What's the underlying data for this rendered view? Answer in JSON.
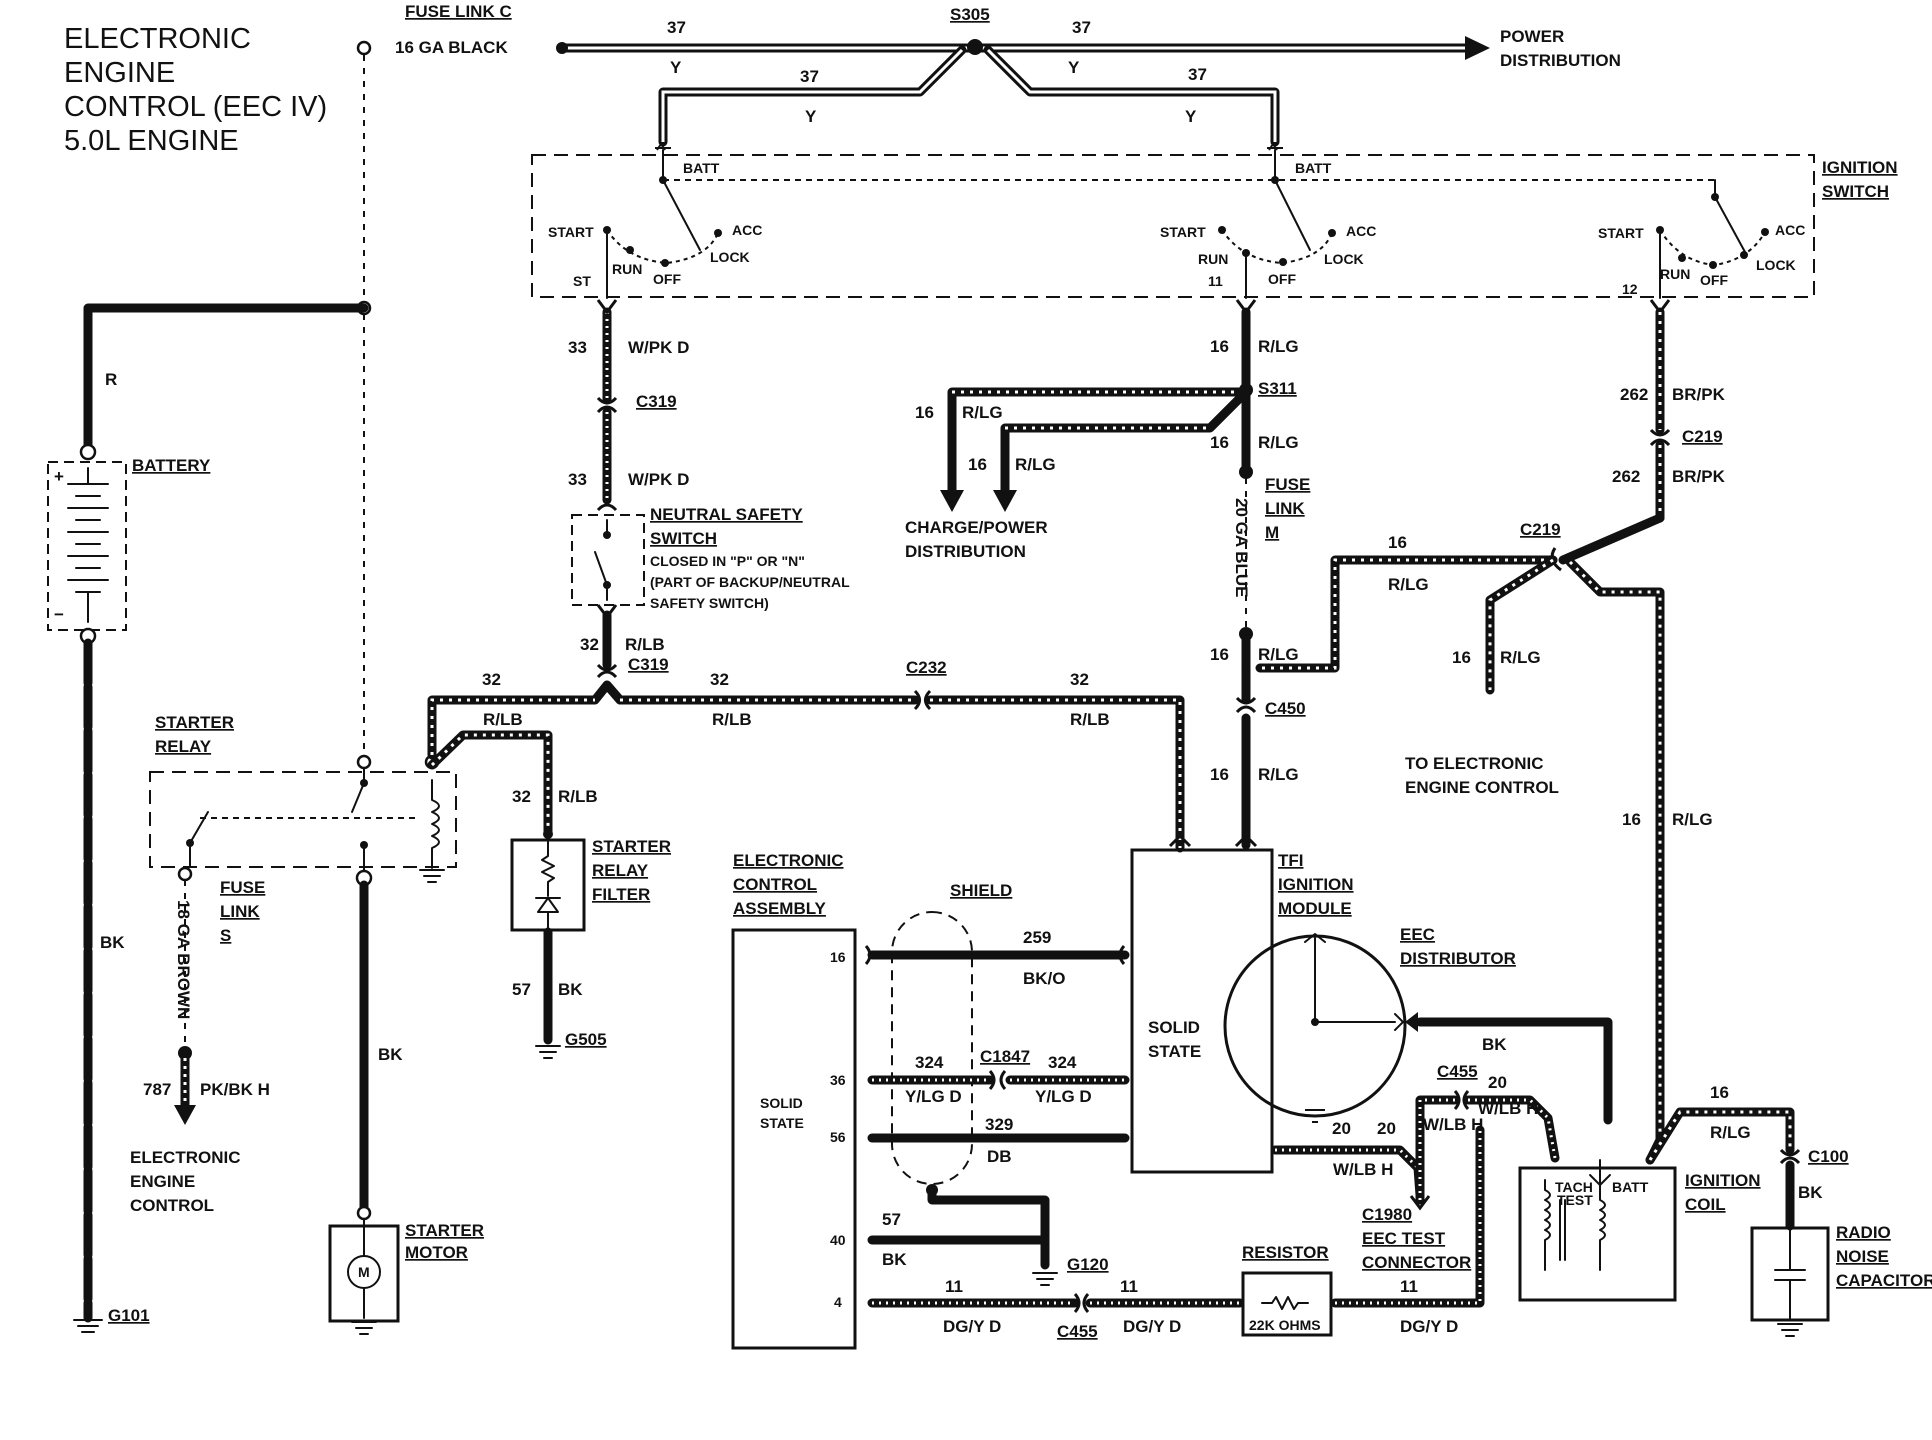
{
  "title": {
    "line1": "ELECTRONIC",
    "line2": "ENGINE",
    "line3": "CONTROL (EEC IV)",
    "line4": "5.0L ENGINE"
  },
  "top": {
    "fuse_link_c": "FUSE LINK C",
    "fuse_link_c_wire": "16 GA BLACK",
    "s305": "S305",
    "c37a": "37",
    "c37b": "37",
    "c37c": "37",
    "c37d": "37",
    "ya": "Y",
    "yb": "Y",
    "yc": "Y",
    "yd": "Y",
    "power_dist_1": "POWER",
    "power_dist_2": "DISTRIBUTION"
  },
  "ign_switch": {
    "title1": "IGNITION",
    "title2": "SWITCH",
    "batt": "BATT",
    "start": "START",
    "acc": "ACC",
    "lock": "LOCK",
    "run": "RUN",
    "off": "OFF",
    "st": "ST",
    "t11": "11",
    "t12": "12"
  },
  "left": {
    "r": "R",
    "battery": "BATTERY",
    "bk": "BK",
    "g101": "G101",
    "starter_relay_1": "STARTER",
    "starter_relay_2": "RELAY",
    "fuse_link_s_1": "FUSE",
    "fuse_link_s_2": "LINK",
    "fuse_link_s_3": "S",
    "ga_brown": "18 GA BROWN",
    "c787": "787",
    "pkbk": "PK/BK H",
    "eec_1": "ELECTRONIC",
    "eec_2": "ENGINE",
    "eec_3": "CONTROL",
    "bk2": "BK",
    "starter_motor_1": "STARTER",
    "starter_motor_2": "MOTOR",
    "motor_m": "M"
  },
  "neutral": {
    "c33a": "33",
    "wpk_a": "W/PK D",
    "c319a": "C319",
    "c33b": "33",
    "wpk_b": "W/PK D",
    "title1": "NEUTRAL SAFETY",
    "title2": "SWITCH",
    "note1": "CLOSED IN \"P\" OR \"N\"",
    "note2": "(PART OF BACKUP/NEUTRAL",
    "note3": "SAFETY SWITCH)",
    "c32": "32",
    "rlb": "R/LB",
    "c319b": "C319"
  },
  "mid": {
    "c32a": "32",
    "rlb_a": "R/LB",
    "c32b": "32",
    "rlb_b": "R/LB",
    "c232": "C232",
    "c32c": "32",
    "rlb_c": "R/LB",
    "c32d": "32",
    "rlb_d": "R/LB",
    "srf_1": "STARTER",
    "srf_2": "RELAY",
    "srf_3": "FILTER",
    "c57": "57",
    "bk57": "BK",
    "g505": "G505"
  },
  "center": {
    "c16a": "16",
    "rlg_a": "R/LG",
    "s311": "S311",
    "c16b": "16",
    "rlg_b": "R/LG",
    "c16c": "16",
    "rlg_c": "R/LG",
    "c16d": "16",
    "rlg_d": "R/LG",
    "charge_1": "CHARGE/POWER",
    "charge_2": "DISTRIBUTION",
    "fuse_m_1": "FUSE",
    "fuse_m_2": "LINK",
    "fuse_m_3": "M",
    "ga_blue": "20 GA BLUE",
    "c16e": "16",
    "rlg_e": "R/LG",
    "c450": "C450",
    "c16f": "16",
    "rlg_f": "R/LG"
  },
  "right": {
    "c262a": "262",
    "brpk_a": "BR/PK",
    "c219a": "C219",
    "c262b": "262",
    "brpk_b": "BR/PK",
    "c219b": "C219",
    "c16a": "16",
    "rlg_a": "R/LG",
    "c16b": "16",
    "rlg_b": "R/LG",
    "to_eec_1": "TO ELECTRONIC",
    "to_eec_2": "ENGINE CONTROL",
    "c16c": "16",
    "rlg_c": "R/LG"
  },
  "eca": {
    "title1": "ELECTRONIC",
    "title2": "CONTROL",
    "title3": "ASSEMBLY",
    "solid1": "SOLID",
    "solid2": "STATE",
    "p16": "16",
    "p36": "36",
    "p56": "56",
    "p40": "40",
    "p4": "4",
    "shield": "SHIELD",
    "c259": "259",
    "bko": "BK/O",
    "c324a": "324",
    "ylg_a": "Y/LG D",
    "c1847": "C1847",
    "c324b": "324",
    "ylg_b": "Y/LG D",
    "c329": "329",
    "db": "DB",
    "c57": "57",
    "bk": "BK",
    "g120": "G120",
    "c11a": "11",
    "dgy_a": "DG/Y D",
    "c455a": "C455",
    "c11b": "11",
    "dgy_b": "DG/Y D",
    "resistor": "RESISTOR",
    "ohms": "22K OHMS",
    "c11c": "11",
    "dgy_c": "DG/Y D"
  },
  "tfi": {
    "solid1": "SOLID",
    "solid2": "STATE",
    "title1": "TFI",
    "title2": "IGNITION",
    "title3": "MODULE",
    "dist1": "EEC",
    "dist2": "DISTRIBUTOR",
    "bk": "BK",
    "c455": "C455",
    "c20a": "20",
    "wlbh_a": "W/LB H",
    "c20b": "20",
    "c20c": "20",
    "wlbh_b": "W/LB H",
    "wlbh_c": "W/LB H",
    "c1980": "C1980",
    "test1": "EEC TEST",
    "test2": "CONNECTOR",
    "coil1": "IGNITION",
    "coil2": "COIL",
    "tach1": "TACH",
    "tach2": "TEST",
    "batt": "BATT",
    "c16": "16",
    "rlg": "R/LG",
    "c100": "C100",
    "bk2": "BK",
    "cap1": "RADIO",
    "cap2": "NOISE",
    "cap3": "CAPACITOR"
  }
}
